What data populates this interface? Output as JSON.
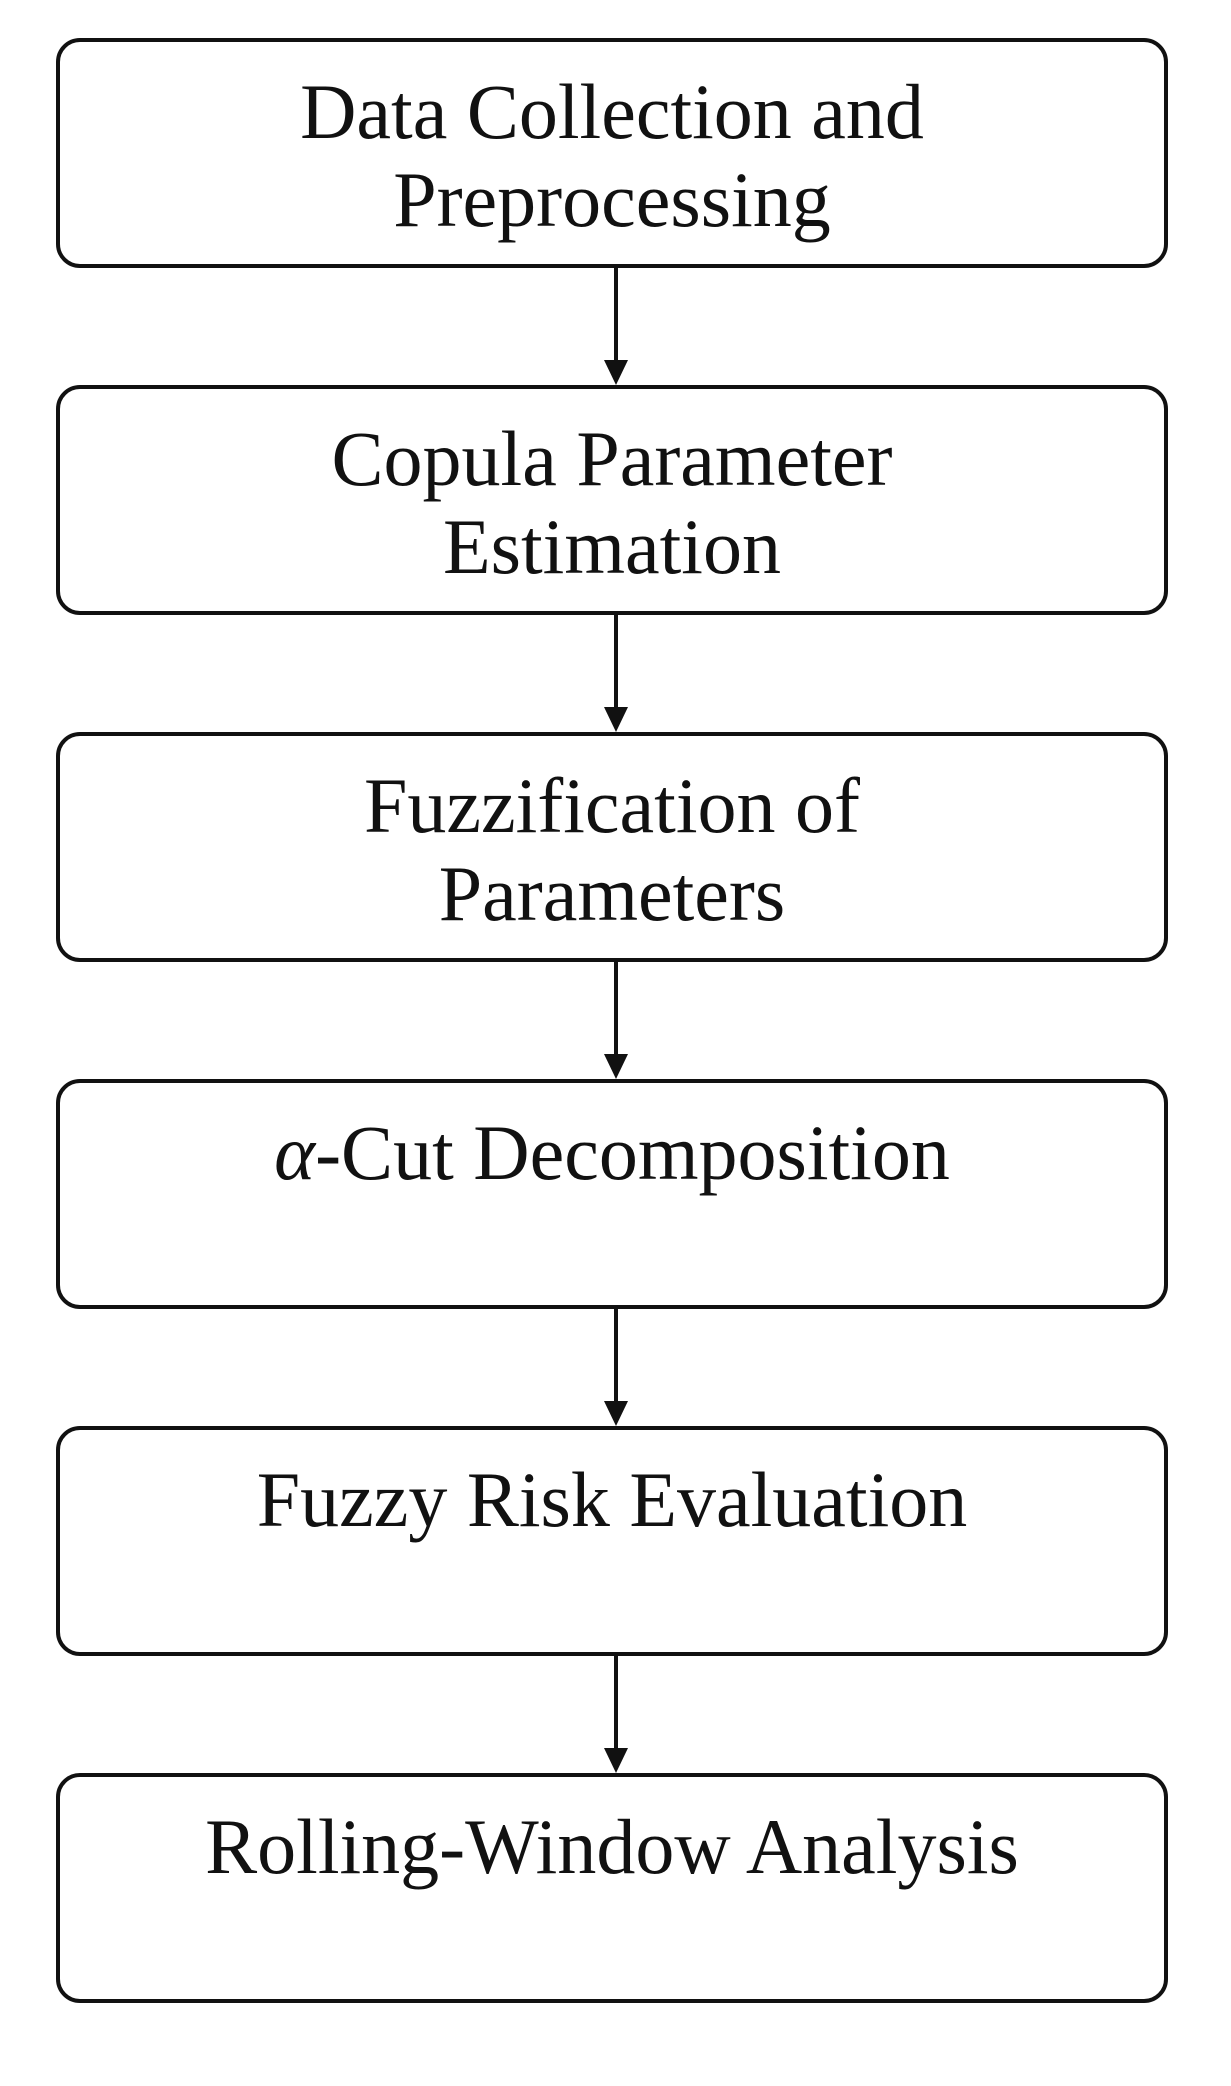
{
  "flowchart": {
    "steps": [
      {
        "label": "Data Collection and\nPreprocessing"
      },
      {
        "label": "Copula Parameter\nEstimation"
      },
      {
        "label": "Fuzzification of\nParameters"
      },
      {
        "label_symbol": "α",
        "label_rest": "-Cut Decomposition"
      },
      {
        "label": "Fuzzy Risk Evaluation"
      },
      {
        "label": "Rolling-Window Analysis"
      }
    ]
  }
}
